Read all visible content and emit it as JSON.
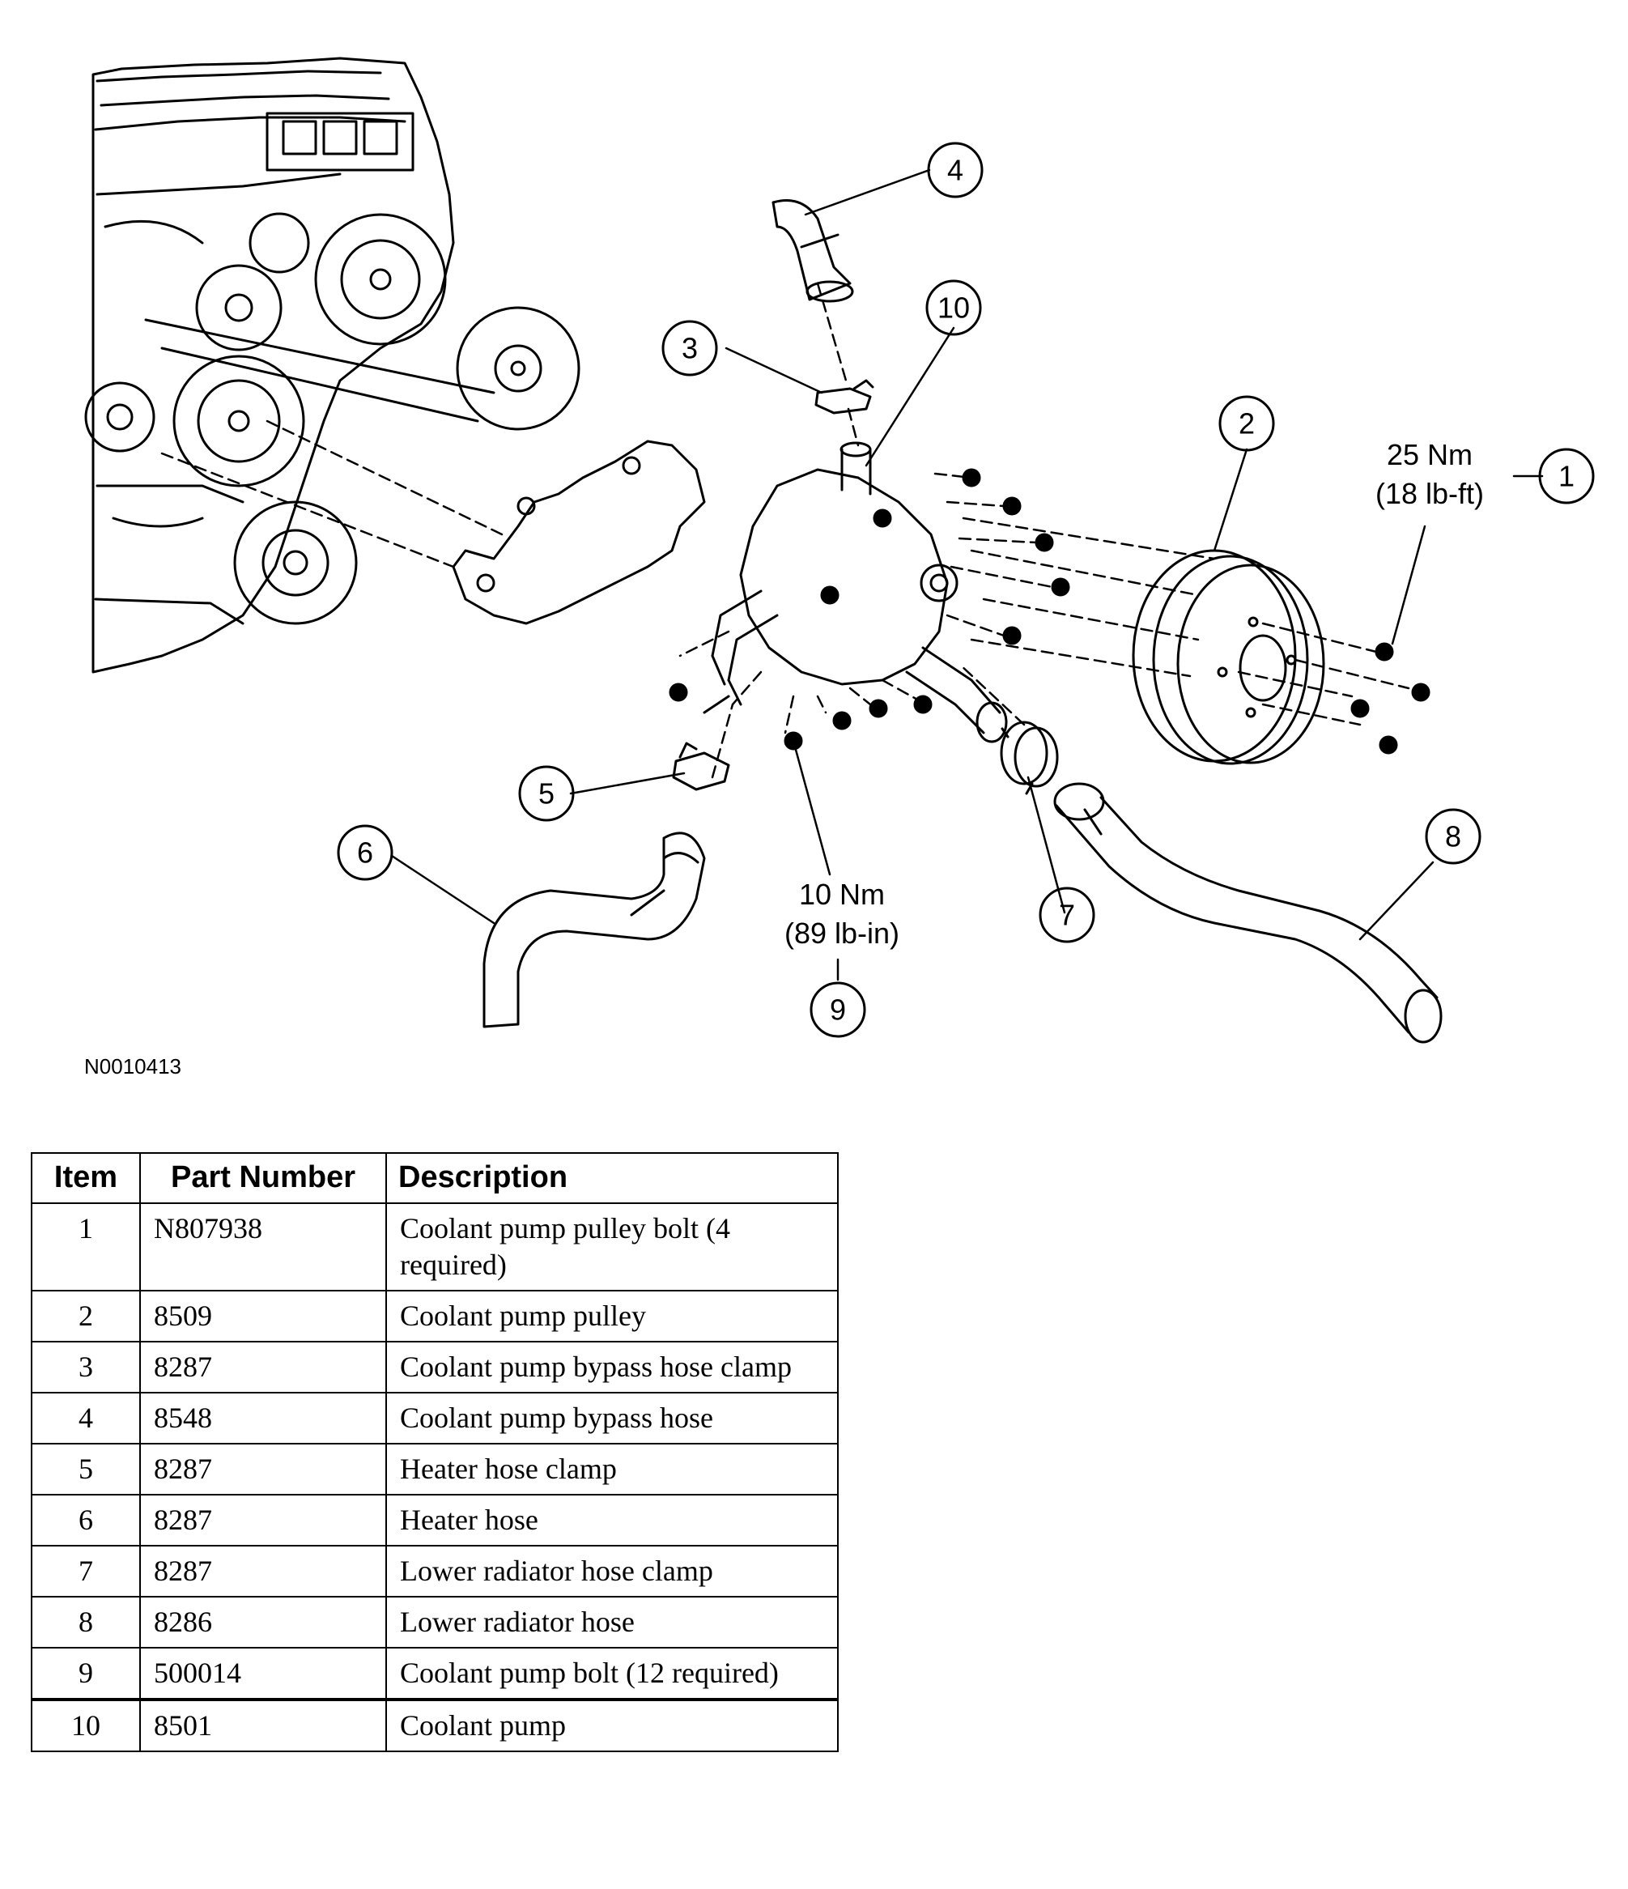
{
  "figure_id": "N0010413",
  "callouts": {
    "c1": "1",
    "c2": "2",
    "c3": "3",
    "c4": "4",
    "c5": "5",
    "c6": "6",
    "c7": "7",
    "c8": "8",
    "c9": "9",
    "c10": "10"
  },
  "torque": {
    "pulley_bolt_nm": "25 Nm",
    "pulley_bolt_imperial": "(18 lb-ft)",
    "pump_bolt_nm": "10 Nm",
    "pump_bolt_imperial": "(89 lb-in)"
  },
  "table": {
    "headers": {
      "item": "Item",
      "part_number": "Part Number",
      "description": "Description"
    },
    "rows": [
      {
        "item": "1",
        "part_number": "N807938",
        "description": "Coolant pump pulley bolt (4 required)"
      },
      {
        "item": "2",
        "part_number": "8509",
        "description": "Coolant pump pulley"
      },
      {
        "item": "3",
        "part_number": "8287",
        "description": "Coolant pump bypass hose clamp"
      },
      {
        "item": "4",
        "part_number": "8548",
        "description": "Coolant pump bypass hose"
      },
      {
        "item": "5",
        "part_number": "8287",
        "description": "Heater hose clamp"
      },
      {
        "item": "6",
        "part_number": "8287",
        "description": "Heater hose"
      },
      {
        "item": "7",
        "part_number": "8287",
        "description": "Lower radiator hose clamp"
      },
      {
        "item": "8",
        "part_number": "8286",
        "description": "Lower radiator hose"
      },
      {
        "item": "9",
        "part_number": "500014",
        "description": "Coolant pump bolt (12 required)"
      },
      {
        "item": "10",
        "part_number": "8501",
        "description": "Coolant pump"
      }
    ]
  }
}
